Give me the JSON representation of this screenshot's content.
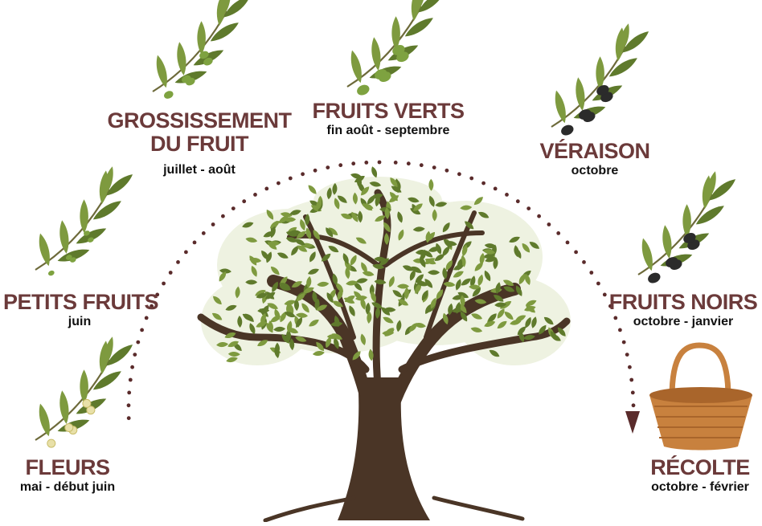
{
  "stages": [
    {
      "id": "fleurs",
      "title": "FLEURS",
      "period": "mai - début juin",
      "icon": "olive-branch-flowers-icon"
    },
    {
      "id": "petits-fruits",
      "title": "PETITS FRUITS",
      "period": "juin",
      "icon": "olive-branch-small-fruits-icon"
    },
    {
      "id": "grossissement",
      "title_line1": "GROSSISSEMENT",
      "title_line2": "DU FRUIT",
      "period": "juillet - août",
      "icon": "olive-branch-growing-fruits-icon"
    },
    {
      "id": "fruits-verts",
      "title": "FRUITS VERTS",
      "period": "fin août - septembre",
      "icon": "olive-branch-green-olives-icon"
    },
    {
      "id": "veraison",
      "title": "VÉRAISON",
      "period": "octobre",
      "icon": "olive-branch-ripening-olives-icon"
    },
    {
      "id": "fruits-noirs",
      "title": "FRUITS NOIRS",
      "period": "octobre - janvier",
      "icon": "olive-branch-black-olives-icon"
    },
    {
      "id": "recolte",
      "title": "RÉCOLTE",
      "period": "octobre - février",
      "icon": "wicker-basket-icon"
    }
  ],
  "colors": {
    "title": "#6b3a3a",
    "period": "#111111",
    "leaf": "#7e9a3f",
    "leaf_dark": "#5f7a2c",
    "trunk": "#4a3526",
    "dotted_arc": "#5a2b2b",
    "green_olive": "#7ea240",
    "black_olive": "#2b2b2b",
    "basket": "#c8813e"
  }
}
